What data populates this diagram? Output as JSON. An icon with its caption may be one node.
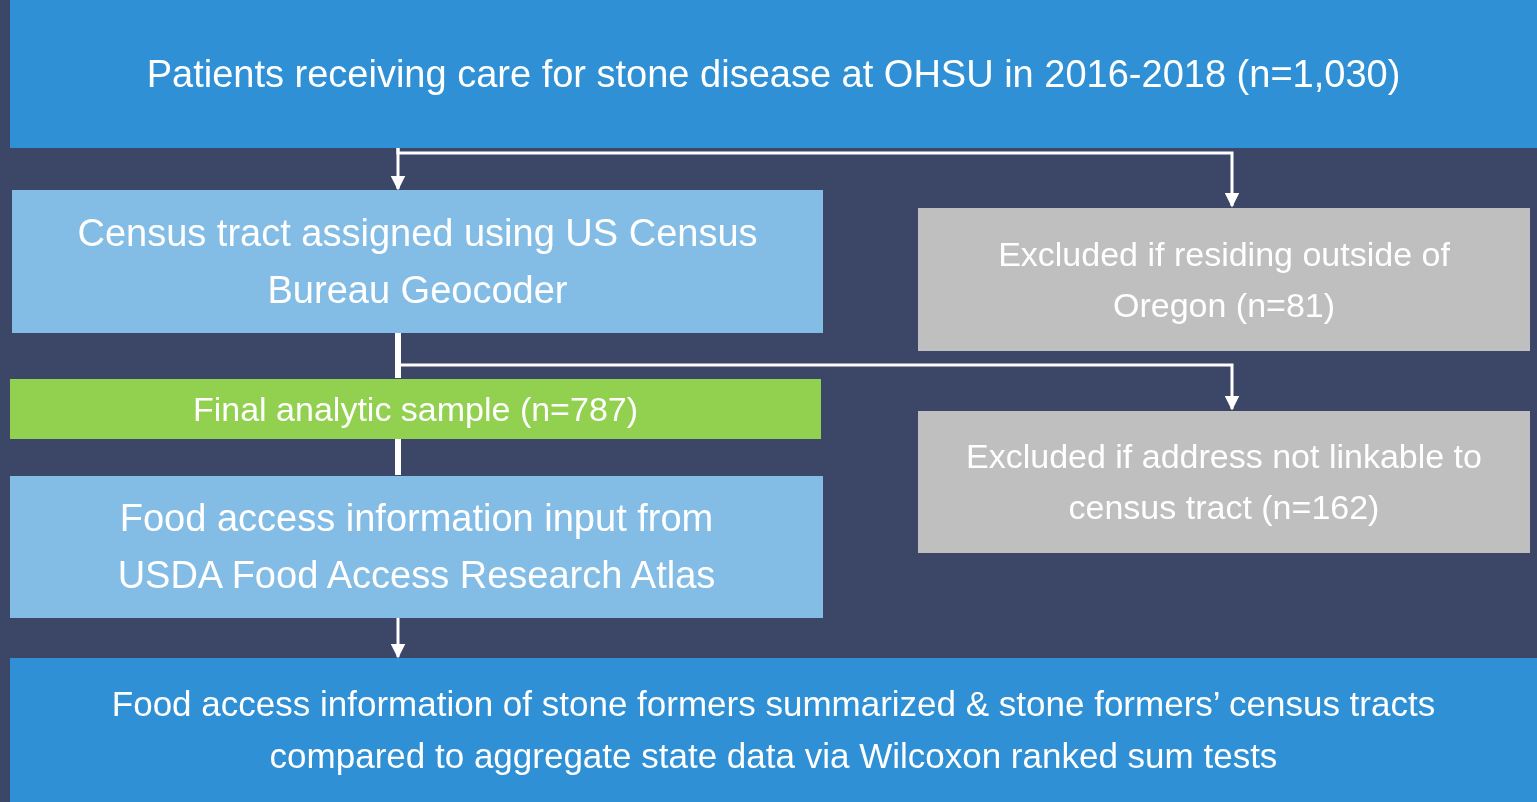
{
  "diagram": {
    "nodes": [
      {
        "text": [
          "Patients receiving care for stone disease at OHSU in 2016-2018 (n=1,030)"
        ]
      },
      {
        "text": [
          "Census tract assigned using US Census Bureau Geocoder"
        ]
      },
      {
        "text": [
          "Excluded if residing outside of Oregon (n=81)"
        ]
      },
      {
        "text": [
          "Final analytic sample (n=787)"
        ]
      },
      {
        "text": [
          "Excluded if address not linkable to census tract (n=162)"
        ]
      },
      {
        "text": [
          "Food access information input from USDA Food Access Research Atlas"
        ]
      },
      {
        "text": [
          "Food access information of stone formers summarized & stone formers’ census tracts compared to aggregate state data via Wilcoxon ranked sum tests"
        ]
      }
    ],
    "edges": [
      {
        "from": 0,
        "to": 1,
        "arrow": "to"
      },
      {
        "from": 0,
        "to": 2,
        "arrow": "to"
      },
      {
        "from": 1,
        "to": 3,
        "arrow": "none",
        "style": "thick"
      },
      {
        "from": 1,
        "to": 4,
        "arrow": "to"
      },
      {
        "from": 3,
        "to": 5,
        "arrow": "none",
        "style": "thick"
      },
      {
        "from": 5,
        "to": 6,
        "arrow": "to"
      }
    ]
  }
}
